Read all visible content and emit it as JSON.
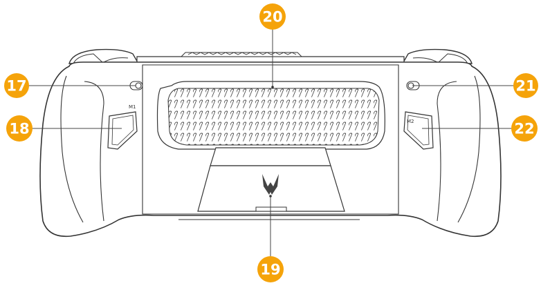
{
  "callouts": [
    {
      "id": "17",
      "label": "17"
    },
    {
      "id": "18",
      "label": "18"
    },
    {
      "id": "19",
      "label": "19"
    },
    {
      "id": "20",
      "label": "20"
    },
    {
      "id": "21",
      "label": "21"
    },
    {
      "id": "22",
      "label": "22"
    }
  ],
  "buttons": {
    "m1_label": "M1",
    "m2_label": "M2"
  },
  "colors": {
    "callout_fill": "#f5a30a",
    "outline": "#333333",
    "body_fill": "#ffffff"
  },
  "icons": [
    "zotac-logo-icon",
    "vent-grille",
    "kickstand"
  ]
}
